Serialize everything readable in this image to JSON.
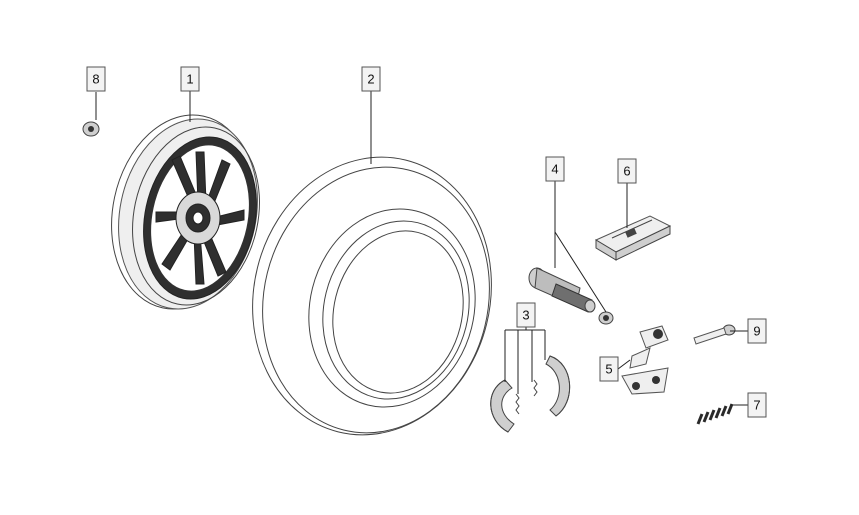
{
  "callouts": {
    "p1": "1",
    "p2": "2",
    "p3": "3",
    "p4": "4",
    "p5": "5",
    "p6": "6",
    "p7": "7",
    "p8": "8",
    "p9": "9"
  },
  "colors": {
    "background": "#ffffff",
    "callout_fill": "#f3f3f3",
    "line": "#333333"
  },
  "icons": {
    "rim": "rear-wheel-rim",
    "tire": "tire",
    "brake_shoes": "brake-shoe-set",
    "axle": "rear-axle",
    "lever": "brake-cam-lever",
    "plate": "brake-plate",
    "spring": "spring",
    "nut": "axle-nut",
    "bolt": "bolt"
  }
}
